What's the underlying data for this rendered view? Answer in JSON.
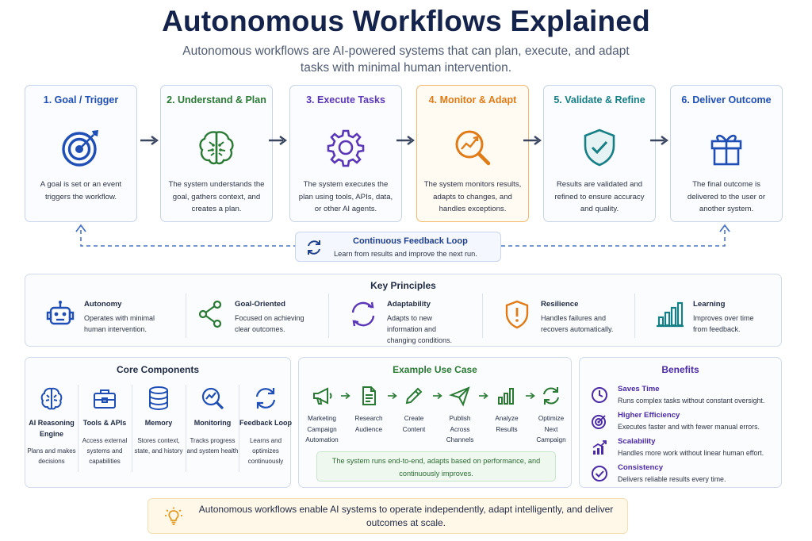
{
  "header": {
    "title": "Autonomous Workflows Explained",
    "subtitle": "Autonomous workflows are AI-powered systems that can plan, execute, and adapt tasks with minimal human intervention."
  },
  "steps": [
    {
      "title": "1. Goal / Trigger",
      "desc": "A goal is set or an event triggers the workflow.",
      "icon": "target-icon",
      "color": "#1f4fb6"
    },
    {
      "title": "2. Understand & Plan",
      "desc": "The system understands the goal, gathers context, and creates a plan.",
      "icon": "brain-icon",
      "color": "#2a7a34"
    },
    {
      "title": "3. Execute Tasks",
      "desc": "The system executes the plan using tools, APIs, data, or other AI agents.",
      "icon": "gear-icon",
      "color": "#5a36b8"
    },
    {
      "title": "4. Monitor & Adapt",
      "desc": "The system monitors results, adapts to changes, and handles exceptions.",
      "icon": "magnifier-trend-icon",
      "color": "#e07b17"
    },
    {
      "title": "5. Validate & Refine",
      "desc": "Results are validated and refined to ensure accuracy and quality.",
      "icon": "shield-check-icon",
      "color": "#167f86"
    },
    {
      "title": "6. Deliver Outcome",
      "desc": "The final outcome is delivered to the user or another system.",
      "icon": "gift-icon",
      "color": "#1f4fb6"
    }
  ],
  "feedback_loop": {
    "title": "Continuous Feedback Loop",
    "subtitle": "Learn from results and improve the next run.",
    "icon": "refresh-icon"
  },
  "key_principles": {
    "title": "Key Principles",
    "items": [
      {
        "name": "Autonomy",
        "desc": "Operates with minimal human intervention.",
        "icon": "robot-icon",
        "color": "#1f4fb6"
      },
      {
        "name": "Goal-Oriented",
        "desc": "Focused on achieving clear outcomes.",
        "icon": "share-nodes-icon",
        "color": "#2a7a34"
      },
      {
        "name": "Adaptability",
        "desc": "Adapts to new information and changing conditions.",
        "icon": "cycle-arrows-icon",
        "color": "#5a36b8"
      },
      {
        "name": "Resilience",
        "desc": "Handles failures and recovers automatically.",
        "icon": "shield-alert-icon",
        "color": "#e07b17"
      },
      {
        "name": "Learning",
        "desc": "Improves over time from feedback.",
        "icon": "bar-chart-icon",
        "color": "#167f86"
      }
    ]
  },
  "core_components": {
    "title": "Core Components",
    "items": [
      {
        "name": "AI Reasoning Engine",
        "desc": "Plans and makes decisions",
        "icon": "brain-icon"
      },
      {
        "name": "Tools & APIs",
        "desc": "Access external systems and capabilities",
        "icon": "toolbox-icon"
      },
      {
        "name": "Memory",
        "desc": "Stores context, state, and history",
        "icon": "database-icon"
      },
      {
        "name": "Monitoring",
        "desc": "Tracks progress and system health",
        "icon": "magnifier-trend-icon"
      },
      {
        "name": "Feedback Loop",
        "desc": "Learns and optimizes continuously",
        "icon": "refresh-icon"
      }
    ]
  },
  "use_case": {
    "title": "Example Use Case",
    "steps": [
      {
        "name": "Marketing Campaign Automation",
        "icon": "megaphone-icon"
      },
      {
        "name": "Research Audience",
        "icon": "document-icon"
      },
      {
        "name": "Create Content",
        "icon": "pencil-icon"
      },
      {
        "name": "Publish Across Channels",
        "icon": "paper-plane-icon"
      },
      {
        "name": "Analyze Results",
        "icon": "bar-chart-icon"
      },
      {
        "name": "Optimize Next Campaign",
        "icon": "refresh-icon"
      }
    ],
    "note": "The system runs end-to-end, adapts based on performance, and continuously improves."
  },
  "benefits": {
    "title": "Benefits",
    "items": [
      {
        "name": "Saves Time",
        "desc": "Runs complex tasks without constant oversight.",
        "icon": "clock-icon"
      },
      {
        "name": "Higher Efficiency",
        "desc": "Executes faster and with fewer manual errors.",
        "icon": "target-icon"
      },
      {
        "name": "Scalability",
        "desc": "Handles more work without linear human effort.",
        "icon": "growth-chart-icon"
      },
      {
        "name": "Consistency",
        "desc": "Delivers reliable results every time.",
        "icon": "check-circle-icon"
      }
    ]
  },
  "footer": {
    "text": "Autonomous workflows enable AI systems to operate independently, adapt intelligently, and deliver outcomes at scale.",
    "icon": "lightbulb-icon"
  },
  "colors": {
    "title": "#14234b",
    "border": "#c7d3ea",
    "step4_highlight": "#f4b86a",
    "dashed_loop": "#4a74c9"
  }
}
